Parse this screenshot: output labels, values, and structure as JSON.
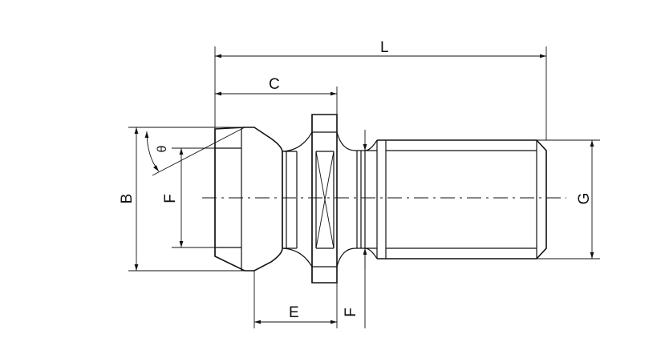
{
  "dimensions": {
    "L": "L",
    "C": "C",
    "B": "B",
    "theta": "θ",
    "F_left": "F",
    "G": "G",
    "E": "E",
    "F_bottom": "F"
  }
}
